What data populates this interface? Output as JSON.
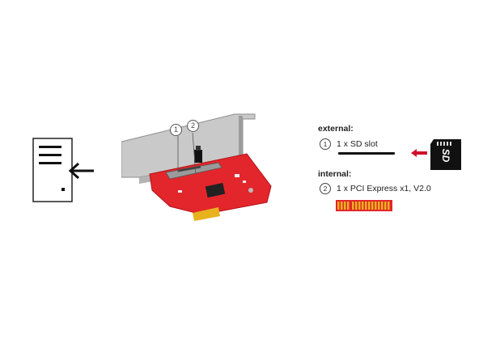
{
  "callouts": {
    "one": "1",
    "two": "2"
  },
  "external": {
    "heading": "external:",
    "item_number": "1",
    "item_text": "1 x SD slot"
  },
  "internal": {
    "heading": "internal:",
    "item_number": "2",
    "item_text": "1 x PCI Express x1, V2.0"
  },
  "sd_card_logo": "SD",
  "colors": {
    "pcb": "#e3262b",
    "bracket": "#c8c8c8",
    "gold": "#e8b21e",
    "arrow": "#d0112b"
  }
}
